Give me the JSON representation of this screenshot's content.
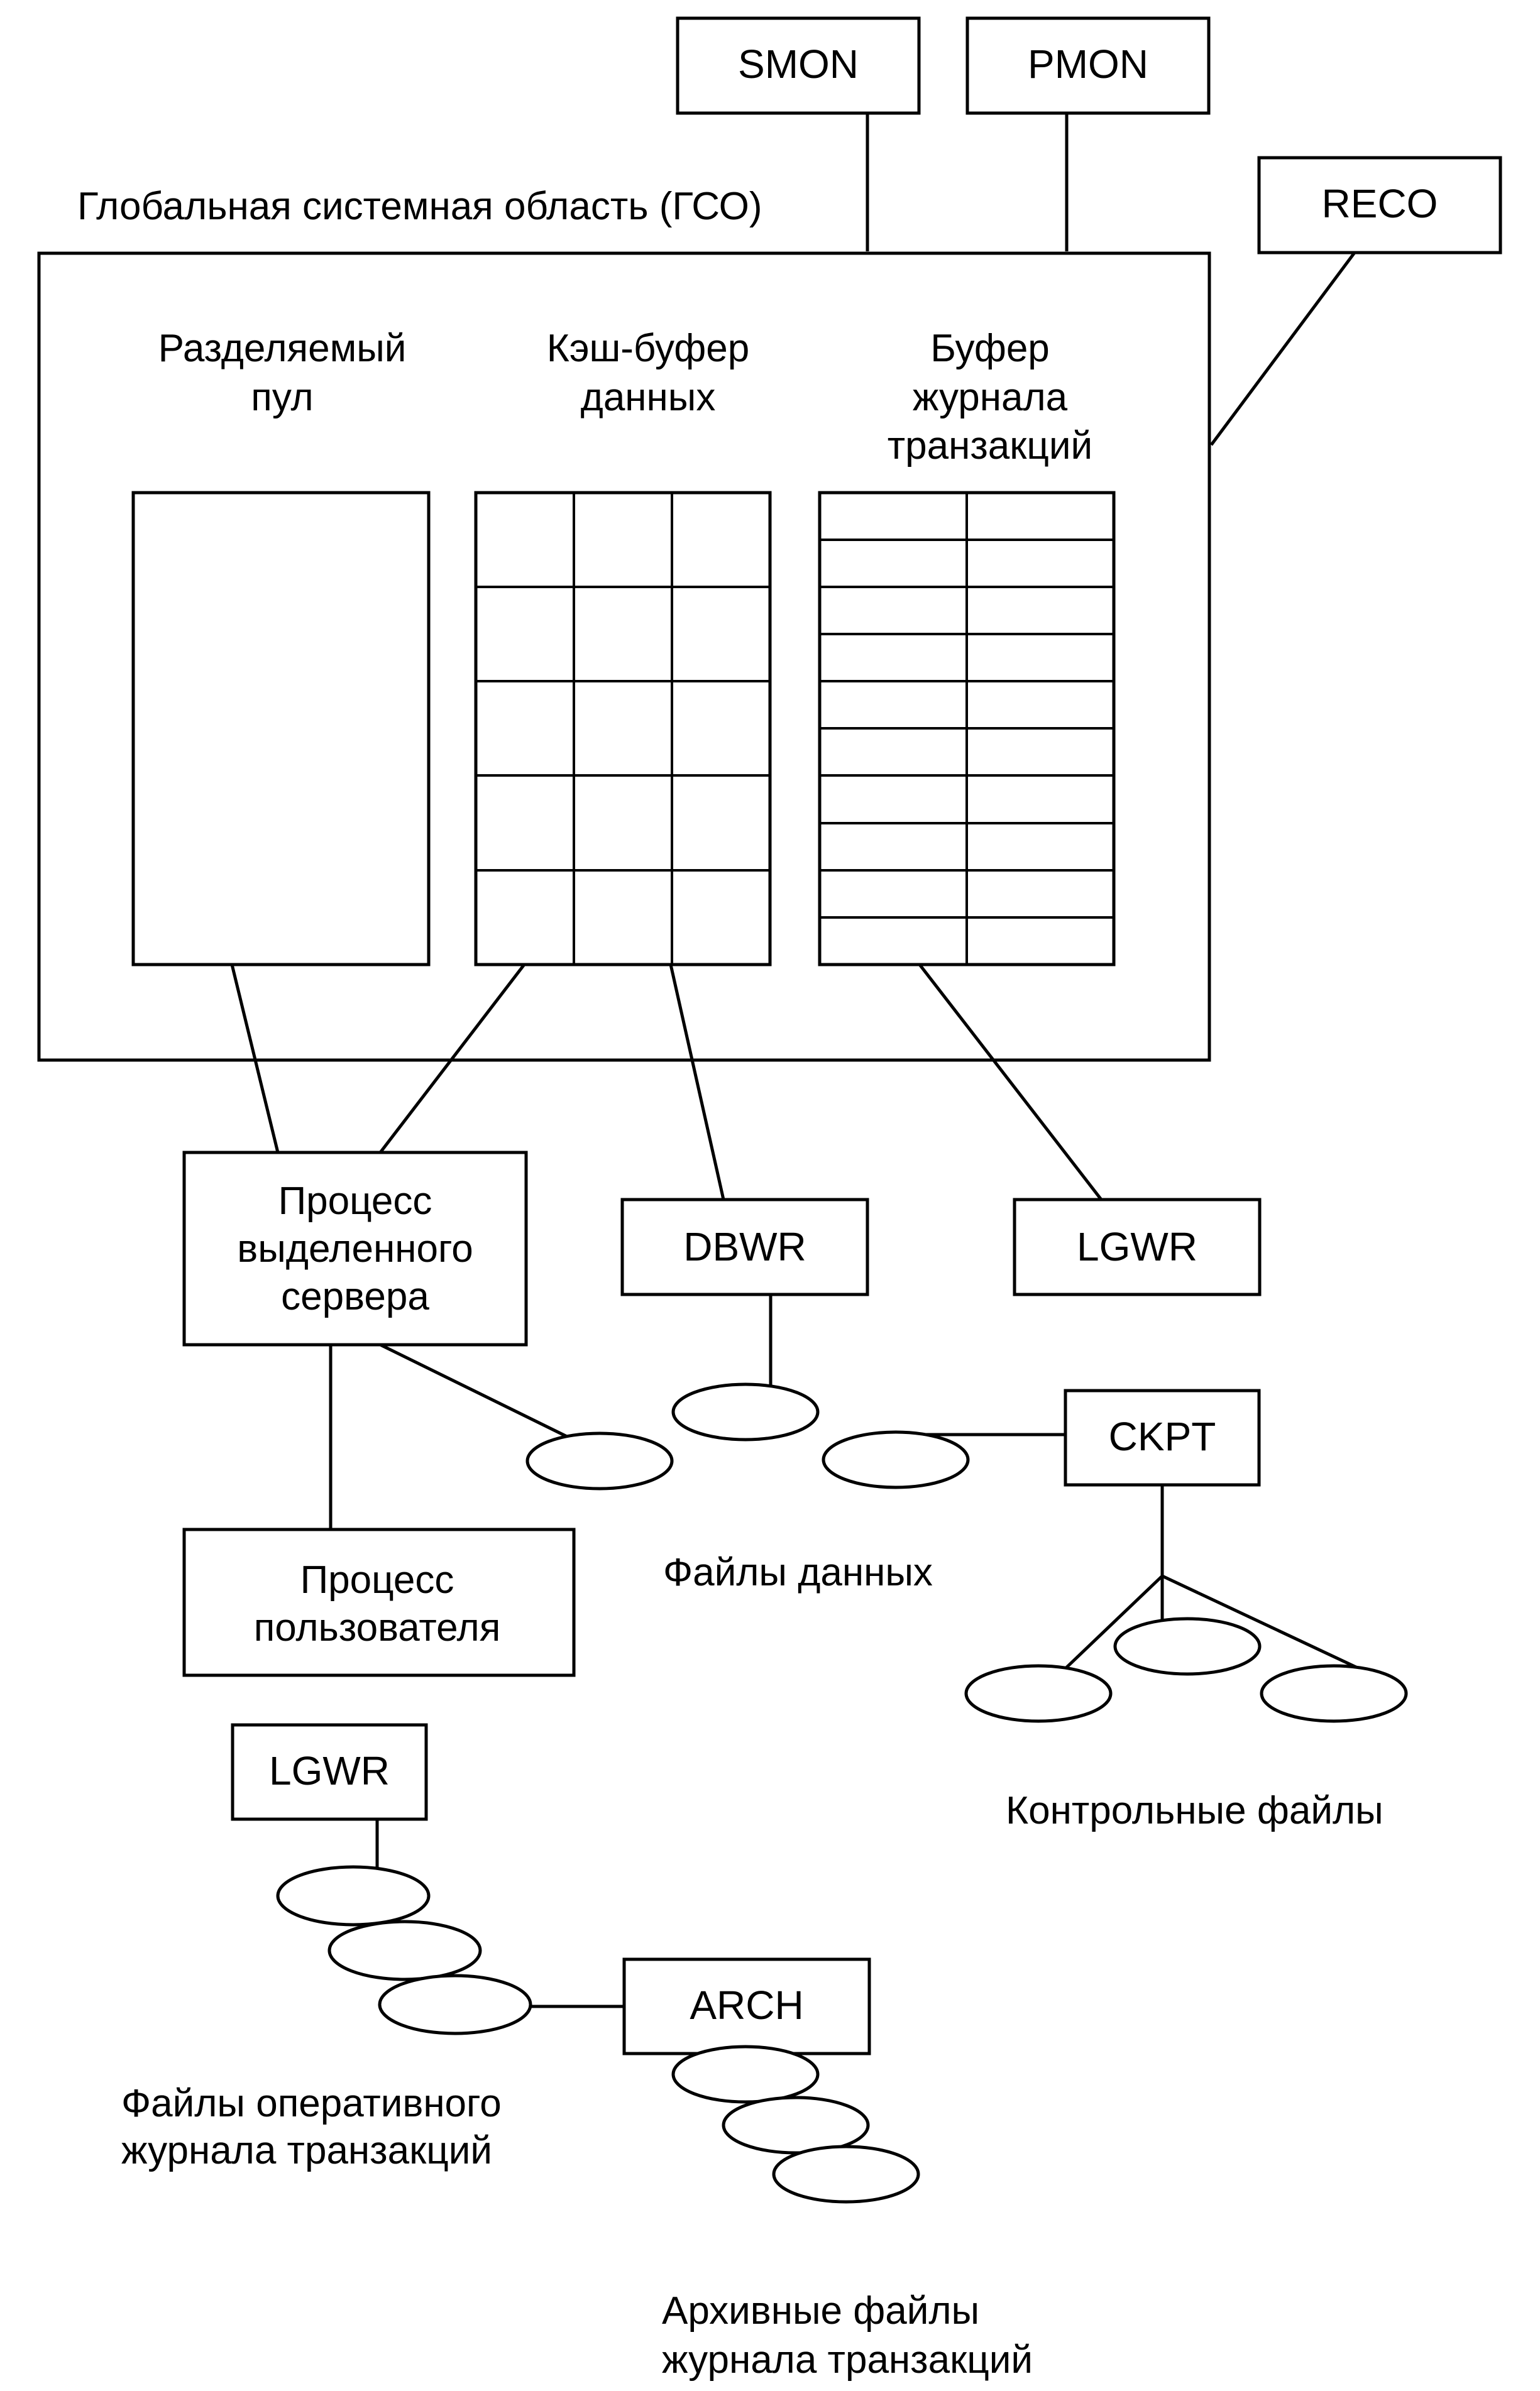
{
  "sga": {
    "title": "Глобальная системная область (ГСО)",
    "shared_pool": [
      "Разделяемый",
      "пул"
    ],
    "db_buffer_cache": [
      "Кэш-буфер",
      "данных"
    ],
    "redo_log_buffer": [
      "Буфер",
      "журнала",
      "транзакций"
    ]
  },
  "processes": {
    "smon": "SMON",
    "pmon": "PMON",
    "reco": "RECO",
    "dbwr": "DBWR",
    "lgwr_top": "LGWR",
    "ckpt": "CKPT",
    "lgwr_bottom": "LGWR",
    "arch": "ARCH",
    "server_process": [
      "Процесс",
      "выделенного",
      "сервера"
    ],
    "user_process": [
      "Процесс",
      "пользователя"
    ]
  },
  "files": {
    "data_files": "Файлы данных",
    "control_files": "Контрольные файлы",
    "online_redo_logs": [
      "Файлы оперативного",
      "журнала транзакций"
    ],
    "archive_logs": [
      "Архивные файлы",
      "журнала транзакций"
    ]
  }
}
